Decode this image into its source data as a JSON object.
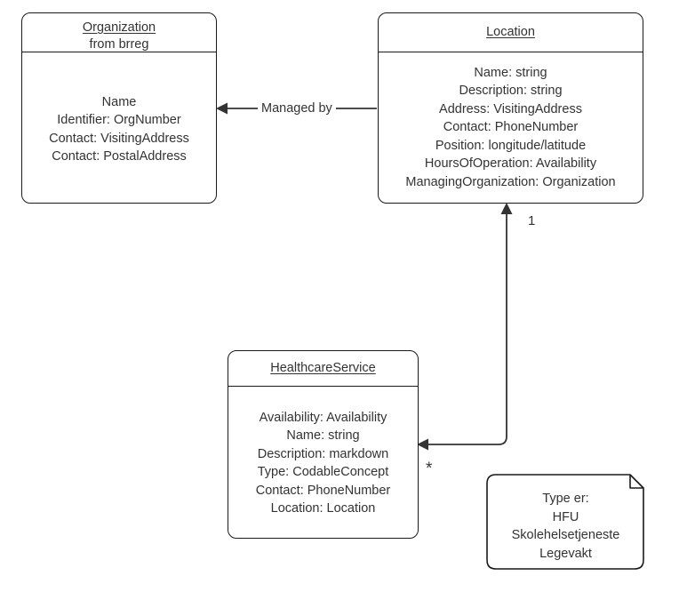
{
  "diagram": {
    "type": "uml-class-diagram",
    "background_color": "#ffffff",
    "stroke_color": "#1a1a1a",
    "text_color": "#333333"
  },
  "classes": [
    {
      "id": "organization",
      "title": "Organization",
      "subtitle": "from brreg",
      "attributes": [
        "Name",
        "Identifier: OrgNumber",
        "Contact: VisitingAddress",
        "Contact: PostalAddress"
      ]
    },
    {
      "id": "location",
      "title": "Location",
      "subtitle": "",
      "attributes": [
        "Name: string",
        "Description: string",
        "Address: VisitingAddress",
        "Contact: PhoneNumber",
        "Position: longitude/latitude",
        "HoursOfOperation: Availability",
        "ManagingOrganization: Organization"
      ]
    },
    {
      "id": "healthcareservice",
      "title": "HealthcareService",
      "subtitle": "",
      "attributes": [
        "Availability: Availability",
        "Name: string",
        "Description: markdown",
        "Type: CodableConcept",
        "Contact: PhoneNumber",
        "Location: Location"
      ]
    }
  ],
  "note": {
    "id": "note-type",
    "lines": [
      "Type er:",
      "HFU",
      "Skolehelsetjeneste",
      "Legevakt"
    ]
  },
  "connectors": [
    {
      "id": "managed-by",
      "from": "location",
      "to": "organization",
      "label": "Managed by",
      "arrow": "filled-triangle-left"
    },
    {
      "id": "location-to-healthcareservice",
      "from": "healthcareservice",
      "to": "location",
      "source_multiplicity": "*",
      "target_multiplicity": "1",
      "arrow": "filled-triangle-both"
    }
  ],
  "edge_labels": {
    "managed_by": "Managed by",
    "multiplicity_one": "1",
    "multiplicity_many": "*"
  }
}
